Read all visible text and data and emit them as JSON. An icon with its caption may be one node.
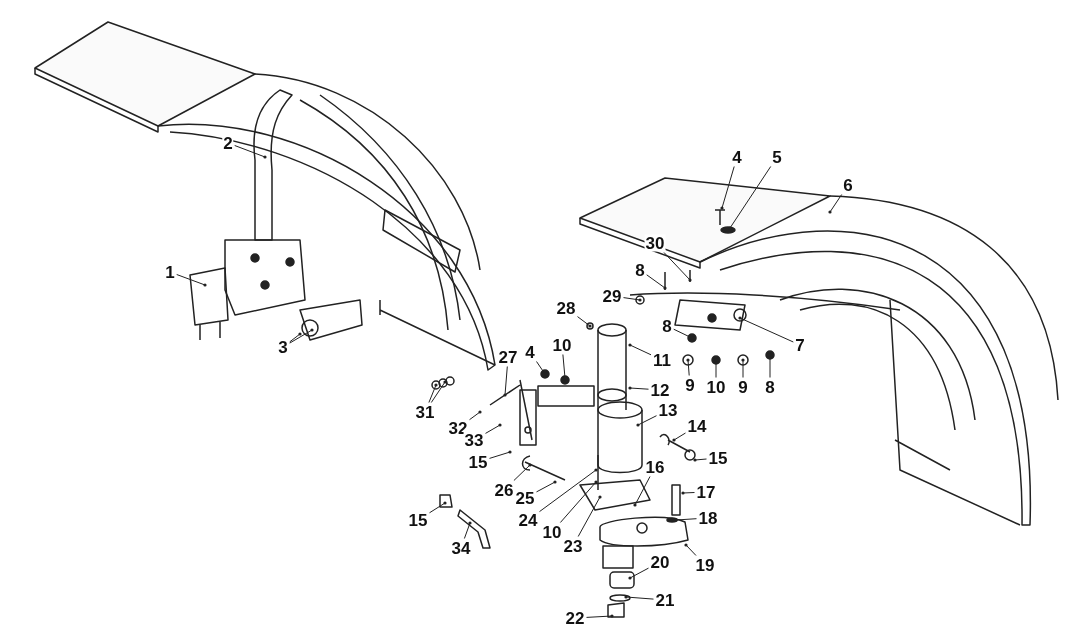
{
  "diagram": {
    "nodes": [
      {
        "text": [
          "2"
        ]
      },
      {
        "text": [
          "4"
        ]
      },
      {
        "text": [
          "5"
        ]
      },
      {
        "text": [
          "6"
        ]
      },
      {
        "text": [
          "30"
        ]
      },
      {
        "text": [
          "1"
        ]
      },
      {
        "text": [
          "8"
        ]
      },
      {
        "text": [
          "29"
        ]
      },
      {
        "text": [
          "28"
        ]
      },
      {
        "text": [
          "10"
        ]
      },
      {
        "text": [
          "8"
        ]
      },
      {
        "text": [
          "4"
        ]
      },
      {
        "text": [
          "3"
        ]
      },
      {
        "text": [
          "11"
        ]
      },
      {
        "text": [
          "27"
        ]
      },
      {
        "text": [
          "7"
        ]
      },
      {
        "text": [
          "8"
        ]
      },
      {
        "text": [
          "9"
        ]
      },
      {
        "text": [
          "12"
        ]
      },
      {
        "text": [
          "9"
        ]
      },
      {
        "text": [
          "10"
        ]
      },
      {
        "text": [
          "13"
        ]
      },
      {
        "text": [
          "31"
        ]
      },
      {
        "text": [
          "32"
        ]
      },
      {
        "text": [
          "14"
        ]
      },
      {
        "text": [
          "33"
        ]
      },
      {
        "text": [
          "15"
        ]
      },
      {
        "text": [
          "15"
        ]
      },
      {
        "text": [
          "16"
        ]
      },
      {
        "text": [
          "26"
        ]
      },
      {
        "text": [
          "17"
        ]
      },
      {
        "text": [
          "25"
        ]
      },
      {
        "text": [
          "18"
        ]
      },
      {
        "text": [
          "15"
        ]
      },
      {
        "text": [
          "24"
        ]
      },
      {
        "text": [
          "10"
        ]
      },
      {
        "text": [
          "23"
        ]
      },
      {
        "text": [
          "34"
        ]
      },
      {
        "text": [
          "20"
        ]
      },
      {
        "text": [
          "19"
        ]
      },
      {
        "text": [
          "21"
        ]
      },
      {
        "text": [
          "22"
        ]
      }
    ],
    "edges": [
      {
        "from": 0,
        "to": null,
        "arrow": "other"
      },
      {
        "from": 1,
        "to": null,
        "arrow": "other"
      },
      {
        "from": 2,
        "to": null,
        "arrow": "other"
      },
      {
        "from": 3,
        "to": null,
        "arrow": "other"
      },
      {
        "from": 4,
        "to": null,
        "arrow": "other"
      },
      {
        "from": 5,
        "to": null,
        "arrow": "other"
      },
      {
        "from": 6,
        "to": null,
        "arrow": "other"
      },
      {
        "from": 7,
        "to": null,
        "arrow": "other"
      },
      {
        "from": 8,
        "to": null,
        "arrow": "other"
      },
      {
        "from": 9,
        "to": null,
        "arrow": "other"
      },
      {
        "from": 10,
        "to": null,
        "arrow": "other"
      },
      {
        "from": 11,
        "to": null,
        "arrow": "other"
      },
      {
        "from": 12,
        "to": null,
        "arrow": "other"
      },
      {
        "from": 12,
        "to": null,
        "arrow": "other"
      },
      {
        "from": 13,
        "to": null,
        "arrow": "other"
      },
      {
        "from": 14,
        "to": null,
        "arrow": "other"
      },
      {
        "from": 15,
        "to": null,
        "arrow": "other"
      },
      {
        "from": 16,
        "to": null,
        "arrow": "other"
      },
      {
        "from": 17,
        "to": null,
        "arrow": "other"
      },
      {
        "from": 18,
        "to": null,
        "arrow": "other"
      },
      {
        "from": 19,
        "to": null,
        "arrow": "other"
      },
      {
        "from": 20,
        "to": null,
        "arrow": "other"
      },
      {
        "from": 21,
        "to": null,
        "arrow": "other"
      },
      {
        "from": 22,
        "to": null,
        "arrow": "other"
      },
      {
        "from": 22,
        "to": null,
        "arrow": "other"
      },
      {
        "from": 23,
        "to": null,
        "arrow": "other"
      },
      {
        "from": 24,
        "to": null,
        "arrow": "other"
      },
      {
        "from": 25,
        "to": null,
        "arrow": "other"
      },
      {
        "from": 26,
        "to": null,
        "arrow": "other"
      },
      {
        "from": 27,
        "to": null,
        "arrow": "other"
      },
      {
        "from": 28,
        "to": null,
        "arrow": "other"
      },
      {
        "from": 29,
        "to": null,
        "arrow": "other"
      },
      {
        "from": 30,
        "to": null,
        "arrow": "other"
      },
      {
        "from": 31,
        "to": null,
        "arrow": "other"
      },
      {
        "from": 32,
        "to": null,
        "arrow": "other"
      },
      {
        "from": 33,
        "to": null,
        "arrow": "other"
      },
      {
        "from": 34,
        "to": null,
        "arrow": "other"
      },
      {
        "from": 35,
        "to": null,
        "arrow": "other"
      },
      {
        "from": 36,
        "to": null,
        "arrow": "other"
      },
      {
        "from": 37,
        "to": null,
        "arrow": "other"
      },
      {
        "from": 38,
        "to": null,
        "arrow": "other"
      },
      {
        "from": 39,
        "to": null,
        "arrow": "other"
      },
      {
        "from": 40,
        "to": null,
        "arrow": "other"
      },
      {
        "from": 41,
        "to": null,
        "arrow": "other"
      }
    ]
  }
}
